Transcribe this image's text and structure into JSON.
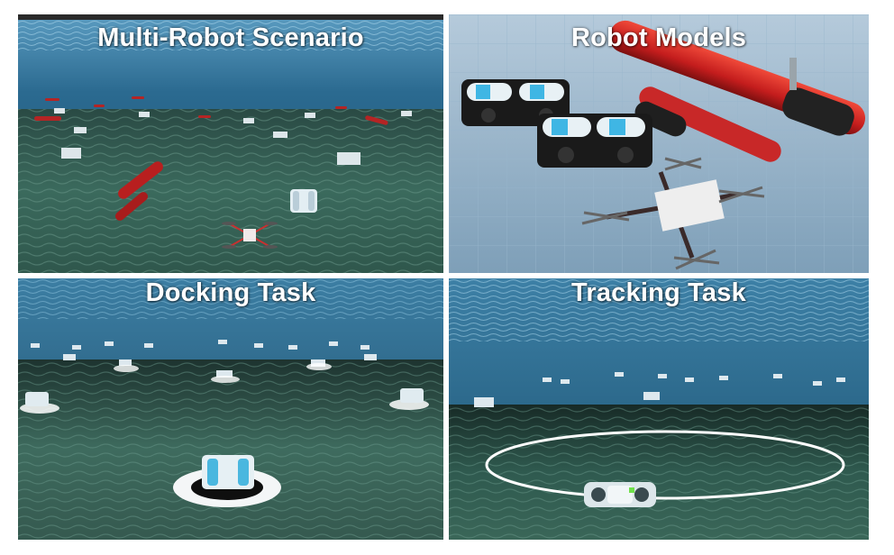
{
  "panels": [
    {
      "title": "Multi-Robot Scenario"
    },
    {
      "title": "Robot Models"
    },
    {
      "title": "Docking Task"
    },
    {
      "title": "Tracking Task"
    }
  ],
  "colors": {
    "water_surface": "#3d7fa3",
    "deep_water": "#1e4a66",
    "seafloor": "#3f6b5e",
    "seafloor_dark": "#23423a",
    "rov_body": "#d9e8ef",
    "rov_accent": "#48b8e0",
    "auv_red": "#d42a2a",
    "grid_floor": "#8fb2c9",
    "track_ring": "#ffffff"
  }
}
